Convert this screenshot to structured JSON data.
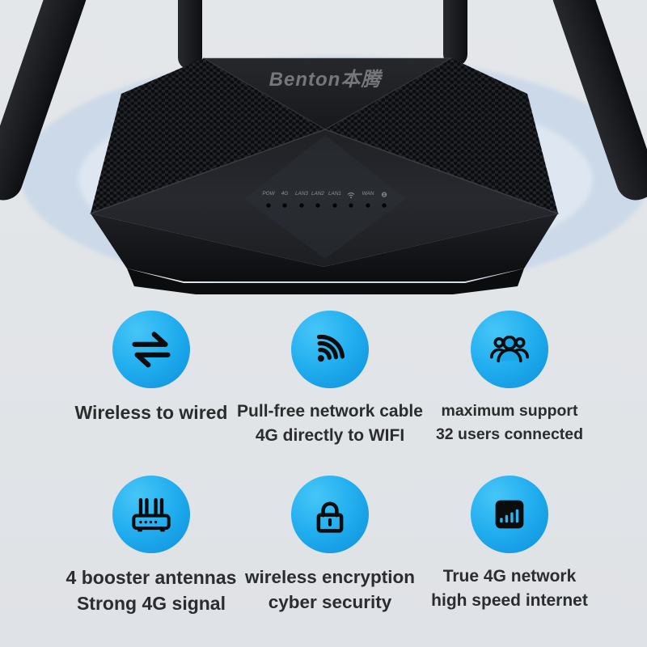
{
  "hero": {
    "brand": "Benton本腾",
    "leds": [
      {
        "label": "POW"
      },
      {
        "label": "4G"
      },
      {
        "label": "LAN3"
      },
      {
        "label": "LAN2"
      },
      {
        "label": "LAN1"
      },
      {
        "icon": "wifi-indicator"
      },
      {
        "label": "WAN"
      },
      {
        "icon": "internet-indicator"
      }
    ]
  },
  "features": [
    {
      "icon": "exchange-arrows",
      "lines": [
        "Wireless to wired"
      ]
    },
    {
      "icon": "wifi-signal",
      "lines": [
        "Pull-free network cable",
        "4G directly to WIFI"
      ]
    },
    {
      "icon": "users-group",
      "lines": [
        "maximum support",
        "32 users connected"
      ]
    },
    {
      "icon": "router-antennas",
      "lines": [
        "4 booster antennas",
        "Strong 4G signal"
      ]
    },
    {
      "icon": "security-lock",
      "lines": [
        "wireless encryption",
        "cyber security"
      ]
    },
    {
      "icon": "signal-bars",
      "lines": [
        "True 4G network",
        "high speed internet"
      ]
    }
  ],
  "colors": {
    "accent_blue_light": "#44c5f7",
    "accent_blue_dark": "#0e90dc",
    "icon_black": "#0b0c0d",
    "caption_text": "#2b2c2e",
    "ring_blue_outer": "#ccd9e9",
    "ring_blue_inner": "#c3d6e9",
    "router_black": "#1c1e21"
  }
}
